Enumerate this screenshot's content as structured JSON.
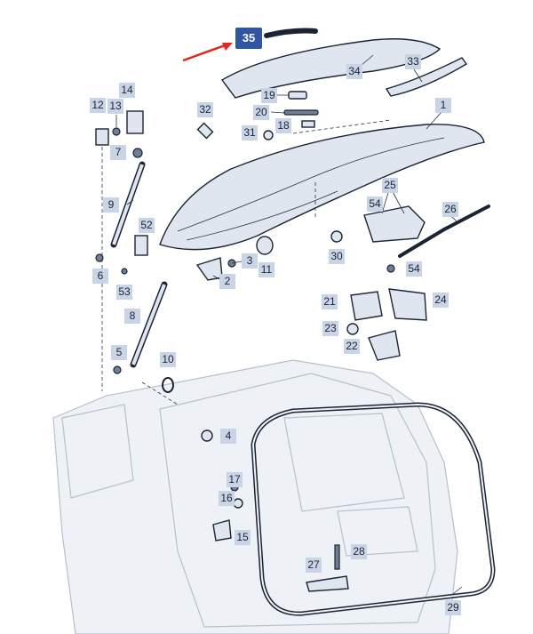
{
  "labels": {
    "l1": "1",
    "l2": "2",
    "l3": "3",
    "l4": "4",
    "l5": "5",
    "l6": "6",
    "l7": "7",
    "l8": "8",
    "l9": "9",
    "l10": "10",
    "l11": "11",
    "l12": "12",
    "l13": "13",
    "l14": "14",
    "l15": "15",
    "l16": "16",
    "l17": "17",
    "l18": "18",
    "l19": "19",
    "l20": "20",
    "l21": "21",
    "l22": "22",
    "l23": "23",
    "l24": "24",
    "l25": "25",
    "l26": "26",
    "l27": "27",
    "l28": "28",
    "l29": "29",
    "l30": "30",
    "l31": "31",
    "l32": "32",
    "l33": "33",
    "l34": "34",
    "l35": "35",
    "l52": "52",
    "l53": "53",
    "l54a": "54",
    "l54b": "54"
  },
  "colors": {
    "highlight": "#2f56a3",
    "label_bg": "#c9d4e6",
    "arrow": "#e0281e",
    "part_fill": "#dfe6f0",
    "outline": "#1b2433"
  },
  "highlighted_part": "35"
}
